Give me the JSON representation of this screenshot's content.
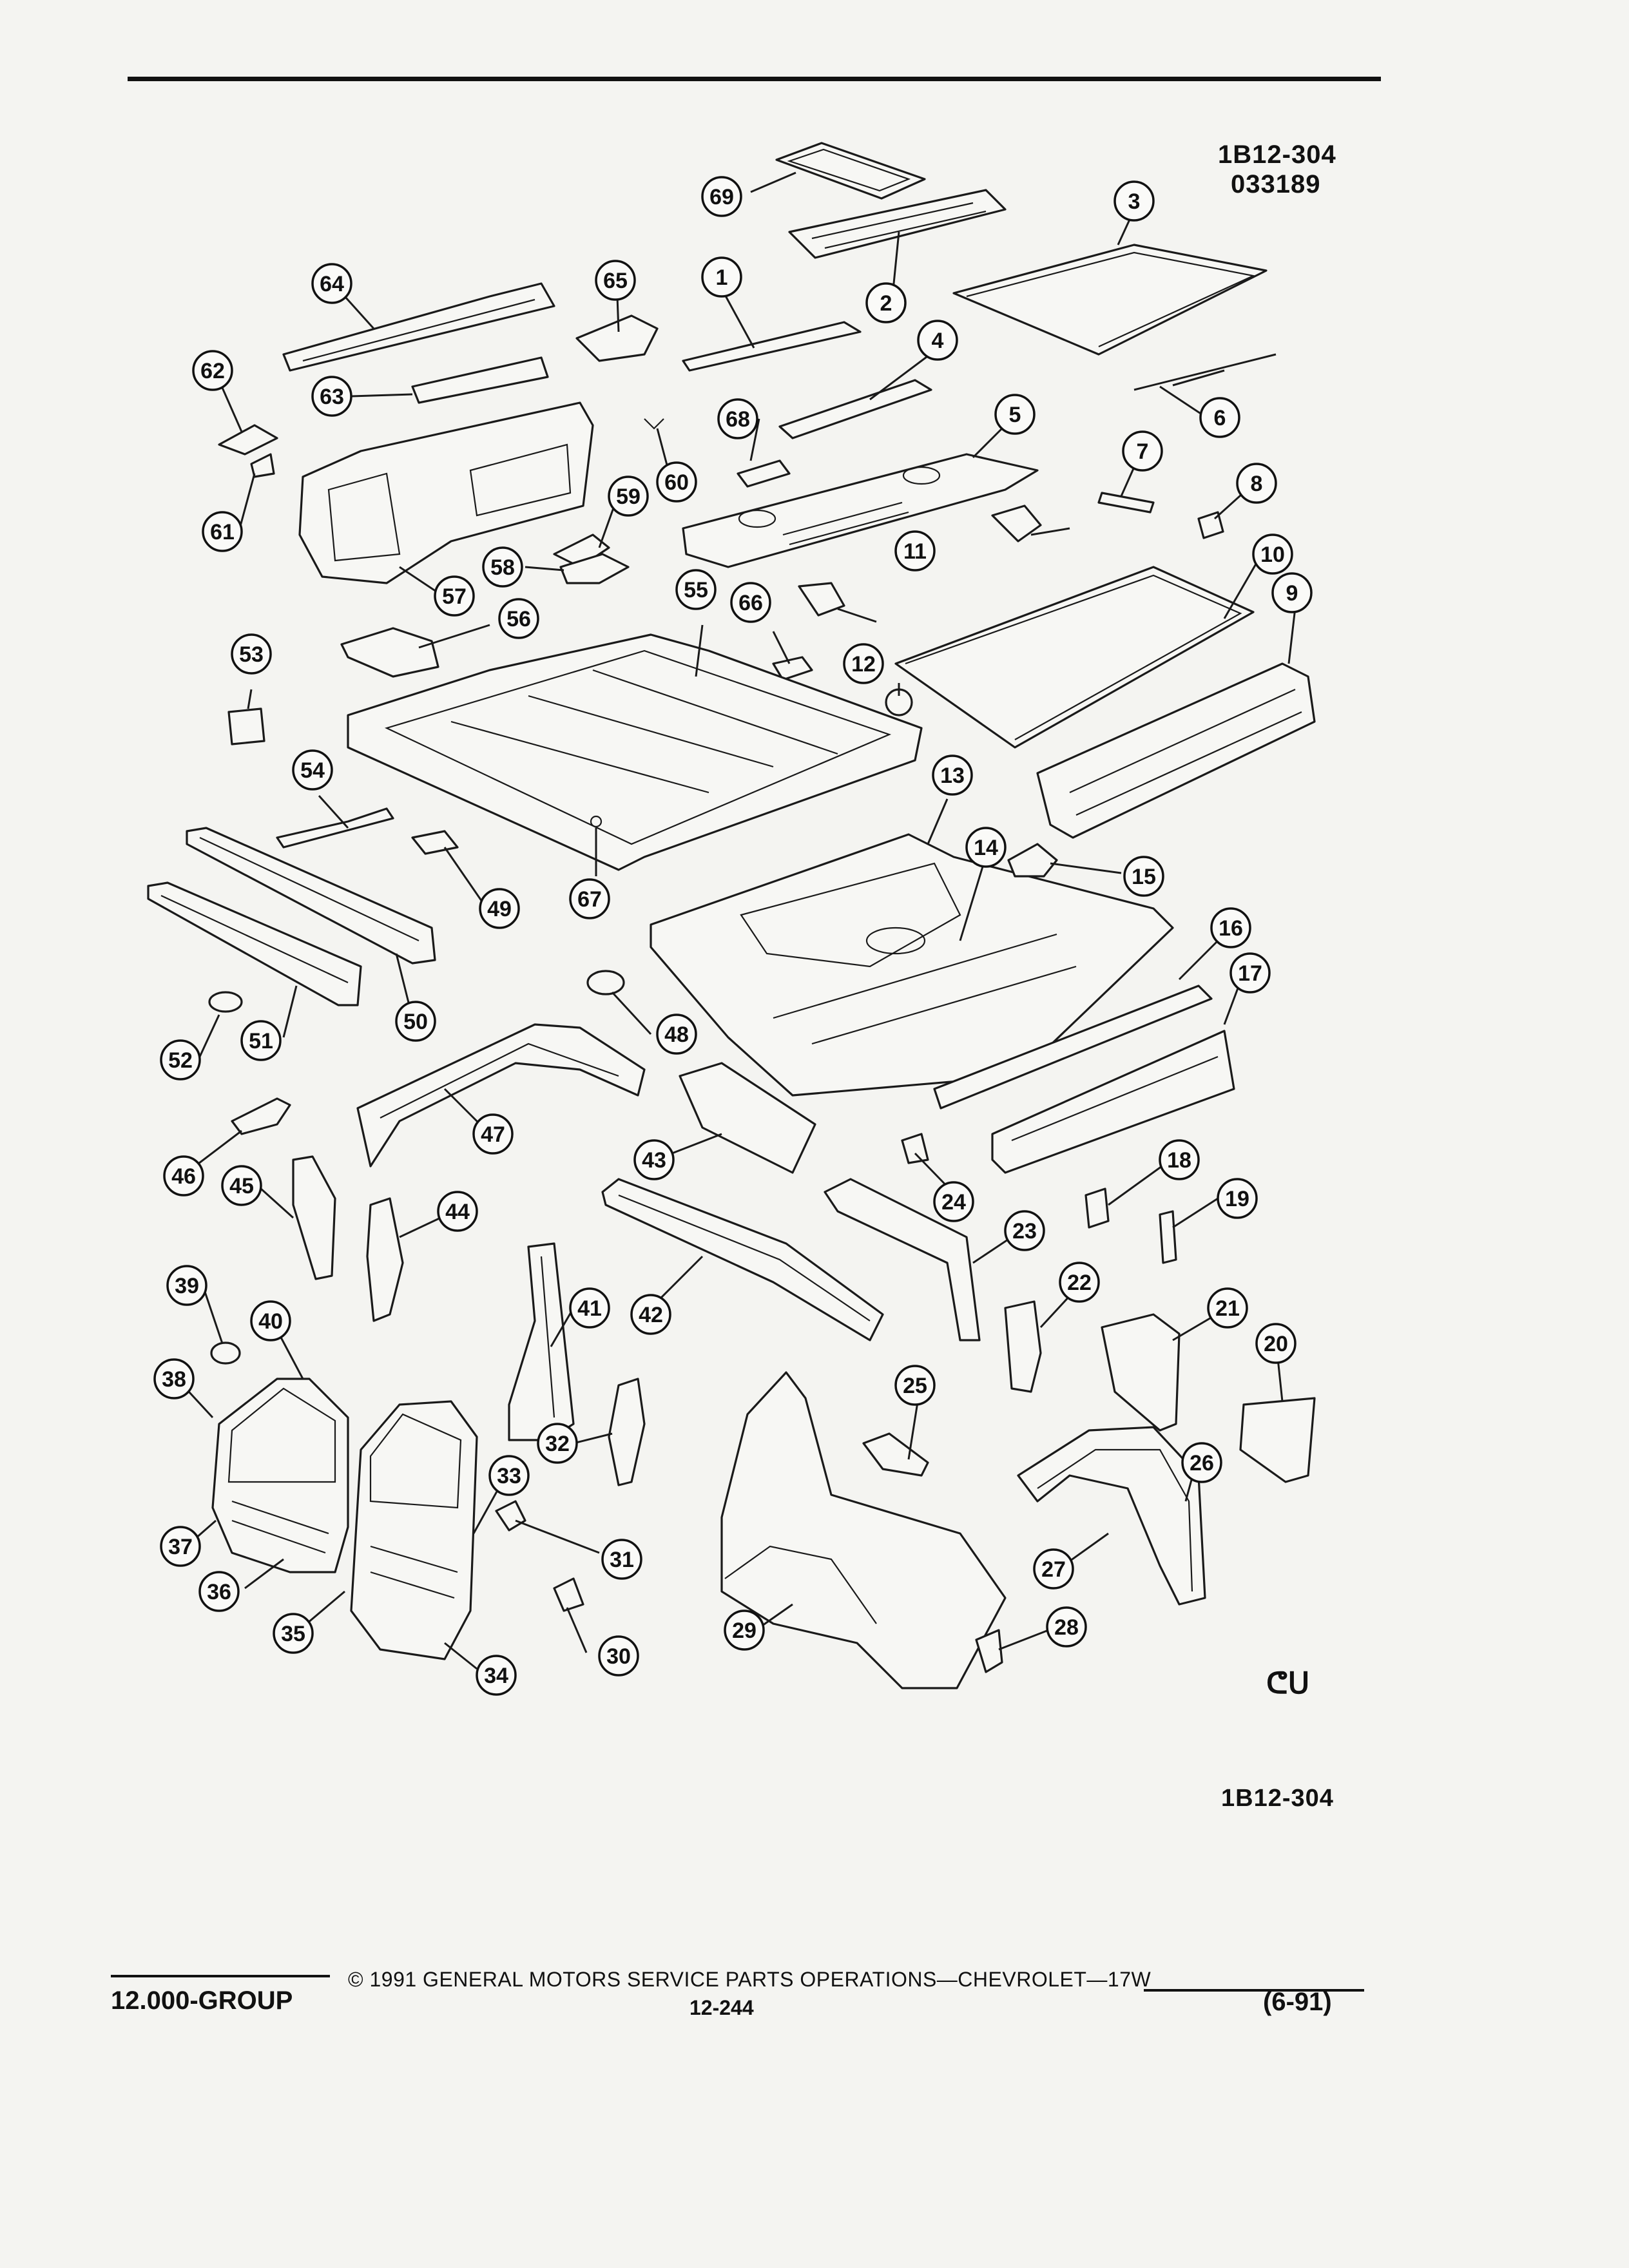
{
  "header": {
    "ref_code": "1B12-304",
    "date_code": "033189"
  },
  "figure_ref": "1B12-304",
  "footer": {
    "group": "12.000-GROUP",
    "copyright": "© 1991 GENERAL MOTORS SERVICE PARTS OPERATIONS—CHEVROLET—17W",
    "page_number": "12-244",
    "revision": "(6-91)"
  },
  "logo_mark": "ᕦᑌ",
  "callouts": [
    "1",
    "2",
    "3",
    "4",
    "5",
    "6",
    "7",
    "8",
    "9",
    "10",
    "11",
    "12",
    "13",
    "14",
    "15",
    "16",
    "17",
    "18",
    "19",
    "20",
    "21",
    "22",
    "23",
    "24",
    "25",
    "26",
    "27",
    "28",
    "29",
    "30",
    "31",
    "32",
    "33",
    "34",
    "35",
    "36",
    "37",
    "38",
    "39",
    "40",
    "41",
    "42",
    "43",
    "44",
    "45",
    "46",
    "47",
    "48",
    "49",
    "50",
    "51",
    "52",
    "53",
    "54",
    "55",
    "56",
    "57",
    "58",
    "59",
    "60",
    "61",
    "62",
    "63",
    "64",
    "65",
    "66",
    "67",
    "68",
    "69"
  ],
  "colors": {
    "ink": "#111111",
    "paper": "#f4f4f1"
  }
}
